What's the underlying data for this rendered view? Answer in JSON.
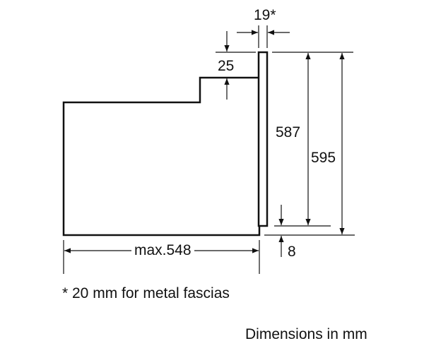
{
  "dimensions": {
    "fascia_thickness": "19*",
    "top_step": "25",
    "inner_height": "587",
    "total_height": "595",
    "bottom_gap": "8",
    "depth": "max.548"
  },
  "footnote": "* 20 mm for metal fascias",
  "units_note": "Dimensions in mm",
  "colors": {
    "line": "#111111",
    "background": "#ffffff"
  }
}
